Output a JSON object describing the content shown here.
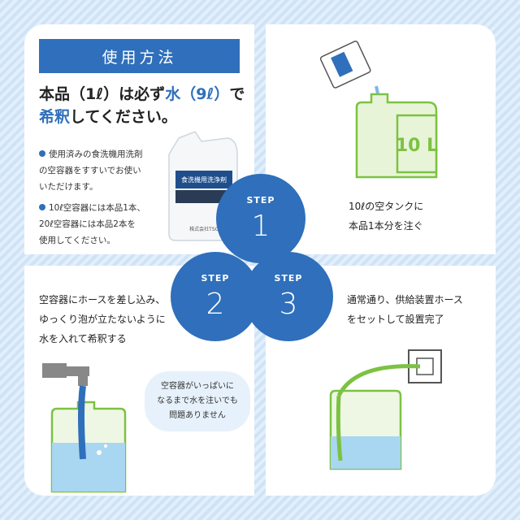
{
  "usage": {
    "title": "使用方法",
    "headline_part1": "本品（1ℓ）は必ず",
    "headline_blue1": "水（9ℓ）",
    "headline_part2": "で",
    "headline_blue2": "希釈",
    "headline_part3": "してください。",
    "bullet1_lines": [
      "使用済みの食洗機用洗剤",
      "の空容器をすすいでお使い",
      "いただけます。"
    ],
    "bullet2_lines": [
      "10ℓ空容器には本品1本、",
      "20ℓ空容器には本品2本を",
      "使用してください。"
    ],
    "product_label": "食洗機用洗浄剤",
    "product_maker": "株式会社TSC"
  },
  "step1": {
    "word": "STEP",
    "number": "1",
    "lines": [
      "10ℓの空タンクに",
      "本品1本分を注ぐ"
    ],
    "tank_label": "10 L"
  },
  "step2": {
    "word": "STEP",
    "number": "2",
    "lines": [
      "空容器にホースを差し込み、",
      "ゆっくり泡が立たないように",
      "水を入れて希釈する"
    ],
    "bubble_lines": [
      "空容器がいっぱいに",
      "なるまで水を注いでも",
      "問題ありません"
    ]
  },
  "step3": {
    "word": "STEP",
    "number": "3",
    "lines": [
      "通常通り、供給装置ホース",
      "をセットして設置完了"
    ]
  },
  "colors": {
    "accent": "#2f6fbb",
    "tank_green": "#7cc242",
    "water": "#a9d6f0"
  },
  "icons": [
    "pouch-icon",
    "tank-icon",
    "faucet-icon",
    "outlet-icon",
    "hose-icon"
  ]
}
